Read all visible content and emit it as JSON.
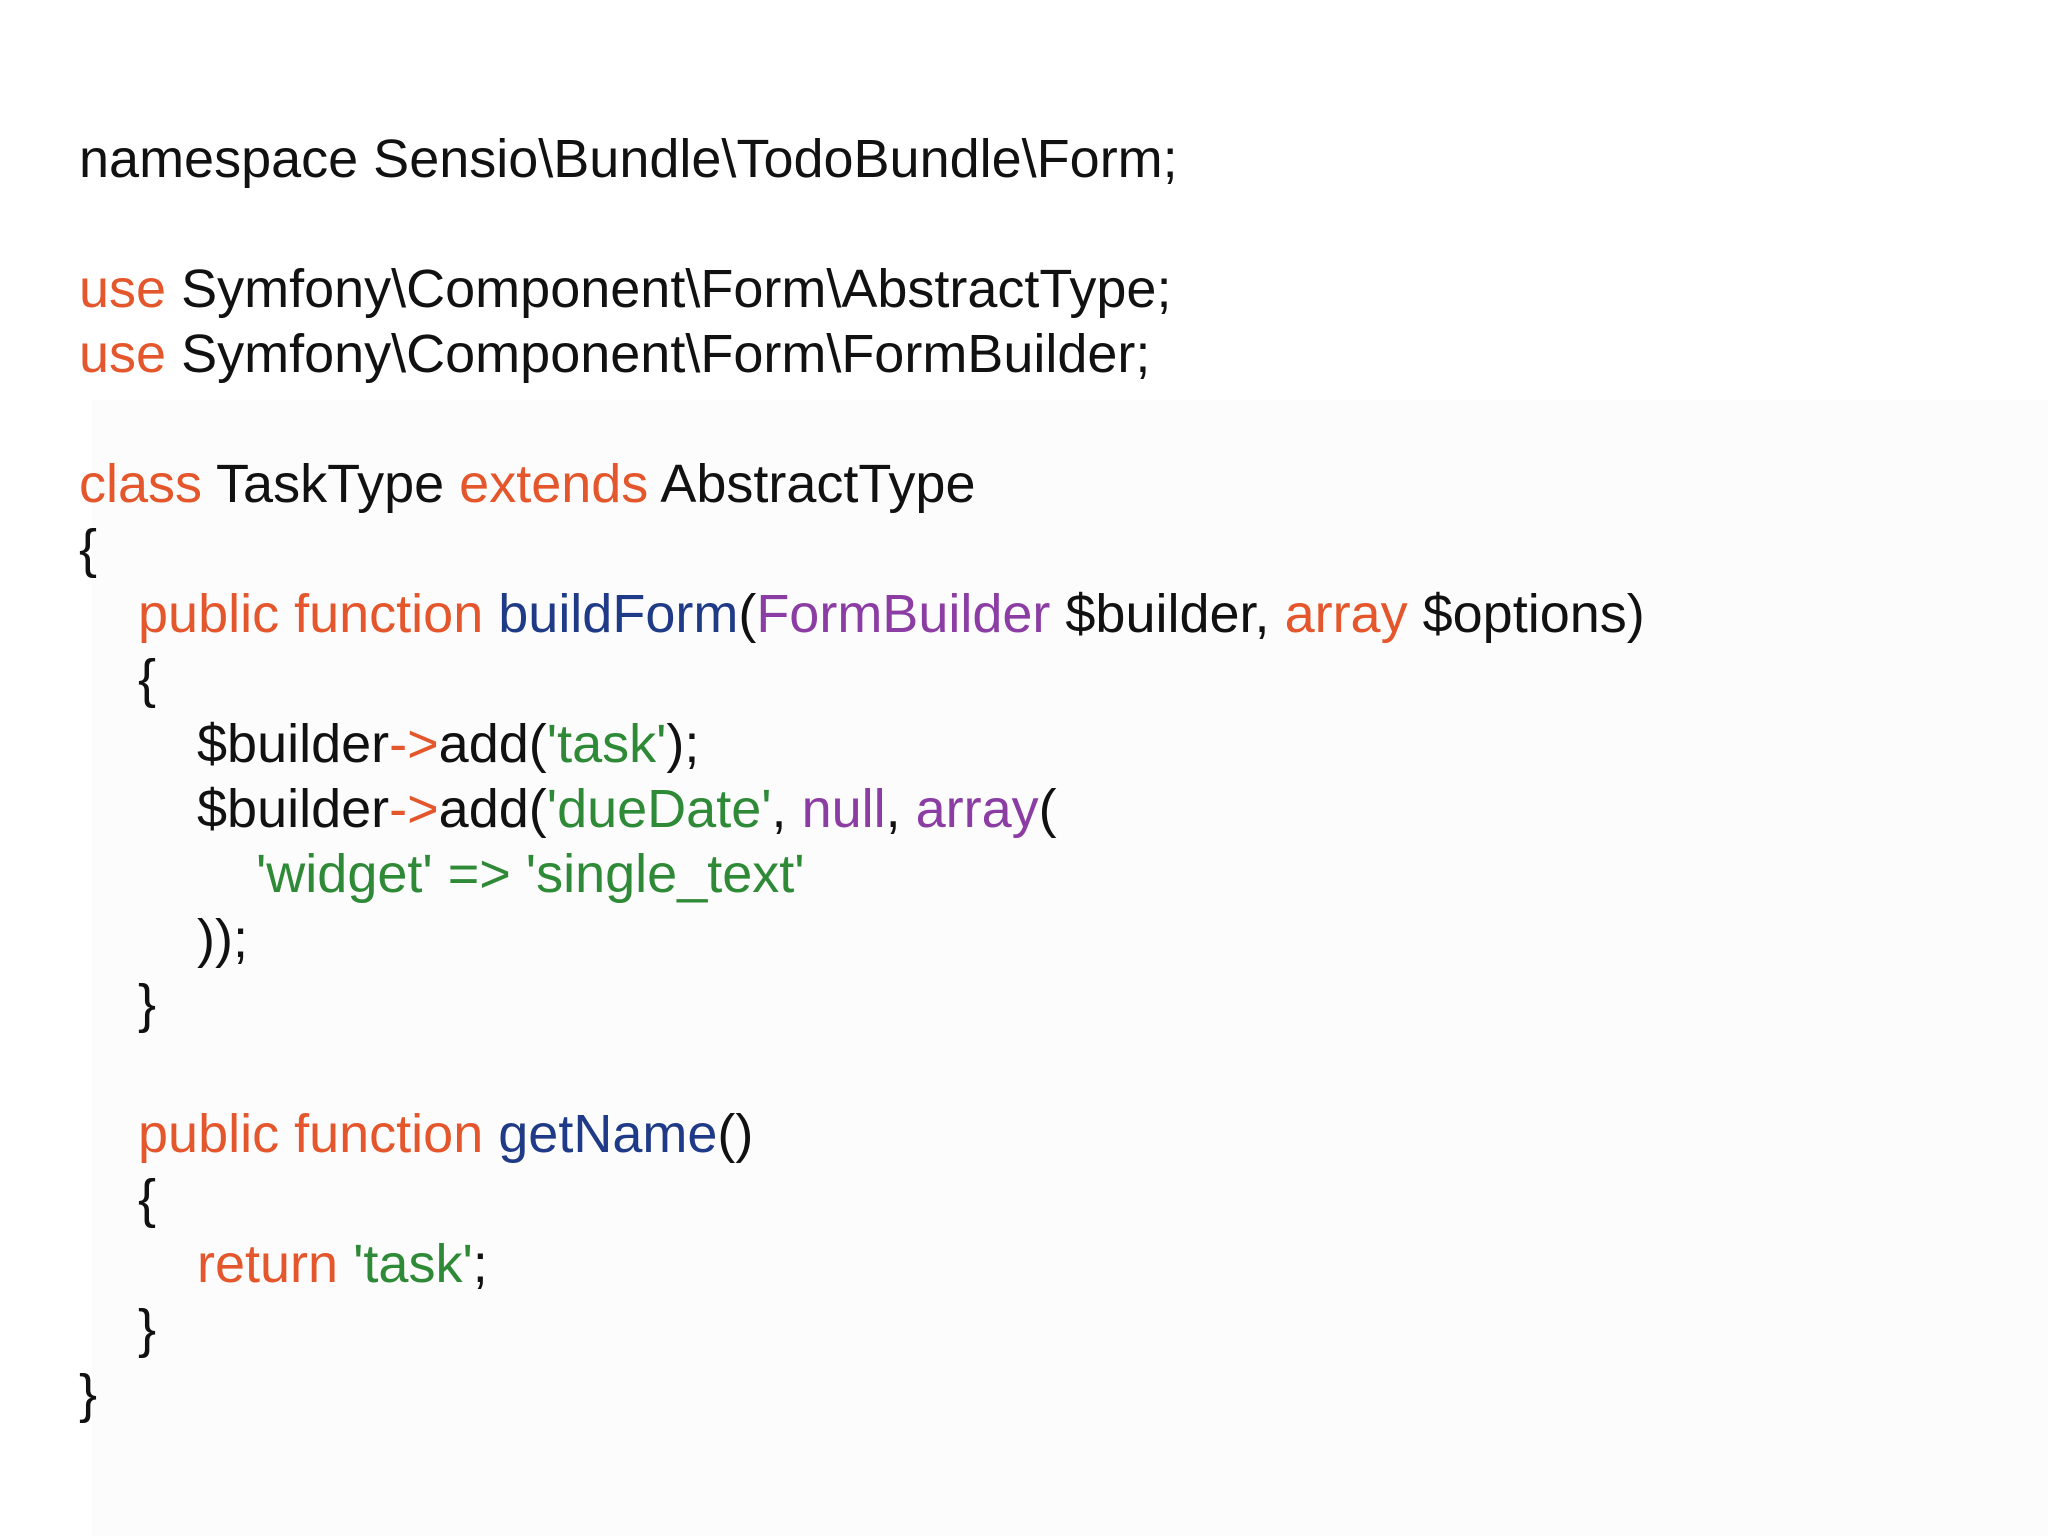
{
  "colors": {
    "background": "#ffffff",
    "plain": "#111111",
    "keyword": "#e4562b",
    "function": "#1f3a86",
    "type": "#8b3da3",
    "string": "#2f8a37"
  },
  "code": {
    "lines": [
      {
        "indent": 0,
        "tokens": [
          {
            "kind": "plain",
            "text": "namespace Sensio\\Bundle\\TodoBundle\\Form;"
          }
        ]
      },
      {
        "indent": 0,
        "tokens": []
      },
      {
        "indent": 0,
        "tokens": [
          {
            "kind": "keyword",
            "text": "use"
          },
          {
            "kind": "plain",
            "text": " Symfony\\Component\\Form\\AbstractType;"
          }
        ]
      },
      {
        "indent": 0,
        "tokens": [
          {
            "kind": "keyword",
            "text": "use"
          },
          {
            "kind": "plain",
            "text": " Symfony\\Component\\Form\\FormBuilder;"
          }
        ]
      },
      {
        "indent": 0,
        "tokens": []
      },
      {
        "indent": 0,
        "tokens": [
          {
            "kind": "keyword",
            "text": "class"
          },
          {
            "kind": "plain",
            "text": " TaskType "
          },
          {
            "kind": "keyword",
            "text": "extends"
          },
          {
            "kind": "plain",
            "text": " AbstractType"
          }
        ]
      },
      {
        "indent": 0,
        "tokens": [
          {
            "kind": "plain",
            "text": "{"
          }
        ]
      },
      {
        "indent": 1,
        "tokens": [
          {
            "kind": "keyword",
            "text": "public function"
          },
          {
            "kind": "plain",
            "text": " "
          },
          {
            "kind": "function",
            "text": "buildForm"
          },
          {
            "kind": "plain",
            "text": "("
          },
          {
            "kind": "type",
            "text": "FormBuilder"
          },
          {
            "kind": "plain",
            "text": " $builder, "
          },
          {
            "kind": "keyword",
            "text": "array"
          },
          {
            "kind": "plain",
            "text": " $options)"
          }
        ]
      },
      {
        "indent": 1,
        "tokens": [
          {
            "kind": "plain",
            "text": "{"
          }
        ]
      },
      {
        "indent": 2,
        "tokens": [
          {
            "kind": "plain",
            "text": "$builder"
          },
          {
            "kind": "keyword",
            "text": "->"
          },
          {
            "kind": "plain",
            "text": "add("
          },
          {
            "kind": "string",
            "text": "'task'"
          },
          {
            "kind": "plain",
            "text": ");"
          }
        ]
      },
      {
        "indent": 2,
        "tokens": [
          {
            "kind": "plain",
            "text": "$builder"
          },
          {
            "kind": "keyword",
            "text": "->"
          },
          {
            "kind": "plain",
            "text": "add("
          },
          {
            "kind": "string",
            "text": "'dueDate'"
          },
          {
            "kind": "plain",
            "text": ", "
          },
          {
            "kind": "type",
            "text": "null"
          },
          {
            "kind": "plain",
            "text": ", "
          },
          {
            "kind": "type",
            "text": "array"
          },
          {
            "kind": "plain",
            "text": "("
          }
        ]
      },
      {
        "indent": 3,
        "tokens": [
          {
            "kind": "string",
            "text": "'widget' => 'single_text'"
          }
        ]
      },
      {
        "indent": 2,
        "tokens": [
          {
            "kind": "plain",
            "text": "));"
          }
        ]
      },
      {
        "indent": 1,
        "tokens": [
          {
            "kind": "plain",
            "text": "}"
          }
        ]
      },
      {
        "indent": 0,
        "tokens": []
      },
      {
        "indent": 1,
        "tokens": [
          {
            "kind": "keyword",
            "text": "public function"
          },
          {
            "kind": "plain",
            "text": " "
          },
          {
            "kind": "function",
            "text": "getName"
          },
          {
            "kind": "plain",
            "text": "()"
          }
        ]
      },
      {
        "indent": 1,
        "tokens": [
          {
            "kind": "plain",
            "text": "{"
          }
        ]
      },
      {
        "indent": 2,
        "tokens": [
          {
            "kind": "keyword",
            "text": "return"
          },
          {
            "kind": "plain",
            "text": " "
          },
          {
            "kind": "string",
            "text": "'task'"
          },
          {
            "kind": "plain",
            "text": ";"
          }
        ]
      },
      {
        "indent": 1,
        "tokens": [
          {
            "kind": "plain",
            "text": "}"
          }
        ]
      },
      {
        "indent": 0,
        "tokens": [
          {
            "kind": "plain",
            "text": "}"
          }
        ]
      }
    ]
  }
}
